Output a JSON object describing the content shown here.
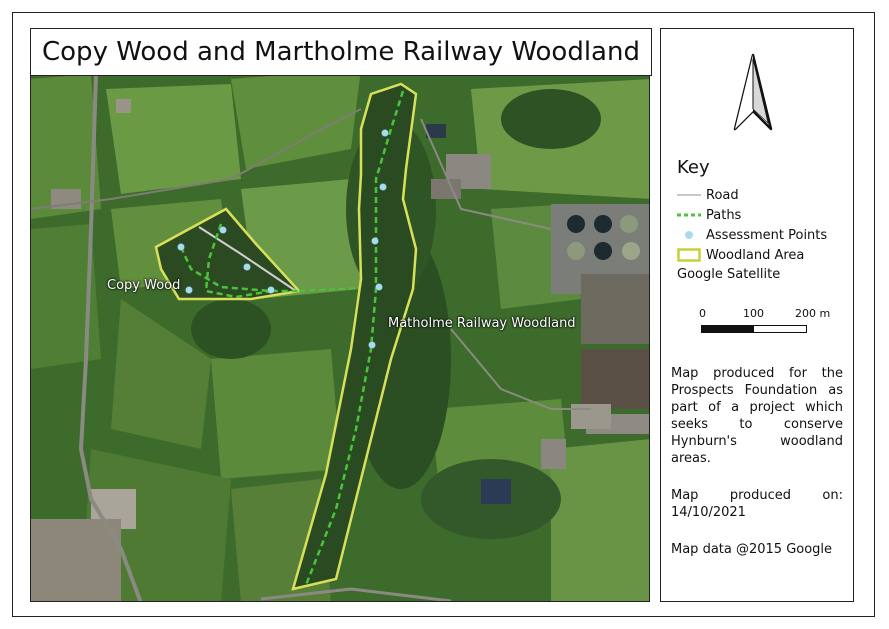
{
  "title": "Copy Wood and Martholme Railway Woodland",
  "map": {
    "labels": {
      "copy_wood": "Copy Wood",
      "railway": "Matholme Railway Woodland"
    },
    "colors": {
      "woodland_outline": "#d8e05a",
      "paths": "#4cc33c",
      "road": "#d0d0d0",
      "assessment_point": "#a8dcec"
    }
  },
  "north_arrow": {
    "icon": "north-arrow-icon"
  },
  "key": {
    "title": "Key",
    "items": [
      {
        "label": "Road",
        "symbol": "road-line"
      },
      {
        "label": "Paths",
        "symbol": "dashed-green-line"
      },
      {
        "label": "Assessment Points",
        "symbol": "light-blue-dot"
      },
      {
        "label": "Woodland Area",
        "symbol": "yellow-outline-box"
      }
    ],
    "basemap": "Google Satellite"
  },
  "scale_bar": {
    "ticks": [
      "0",
      "100",
      "200 m"
    ]
  },
  "notes": {
    "purpose": "Map produced for the Prospects Foundation as part of a project which seeks to conserve Hynburn's woodland areas.",
    "date": "Map produced on: 14/10/2021",
    "copyright": "Map data @2015 Google"
  }
}
